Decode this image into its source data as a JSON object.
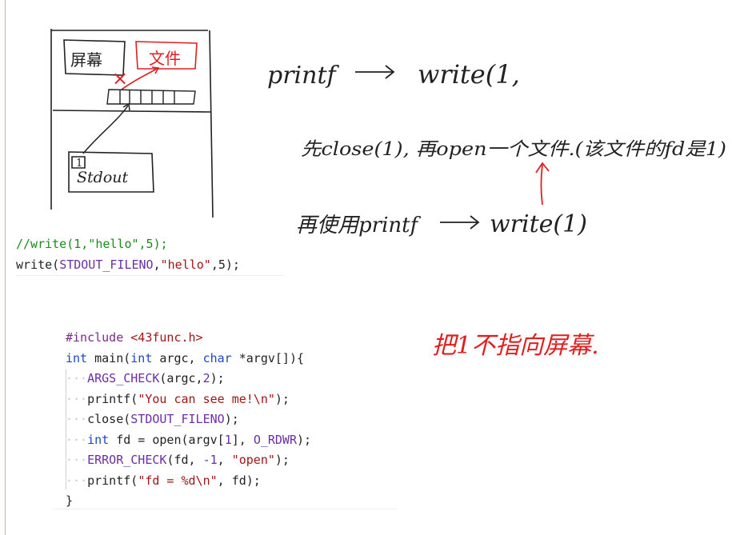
{
  "diagram": {
    "screen_label": "屏幕",
    "file_label": "文件",
    "stdout_label": "Stdout",
    "fd_label": "1",
    "cross_mark": "×"
  },
  "notes": {
    "printf_line": {
      "left": "printf",
      "right": "write(1,"
    },
    "close_line": "先close(1), 再open一个文件.(该文件的fd是1)",
    "reuse_line": {
      "left": "再使用printf",
      "right": "write(1)"
    },
    "red_note": "把1不指向屏幕."
  },
  "code1": {
    "comment": "//write(1,\"hello\",5);",
    "call_name": "write(",
    "call_macro": "STDOUT_FILENO",
    "call_sep": ",",
    "call_str": "\"hello\"",
    "call_tail": ",5);"
  },
  "code2": {
    "include_kw": "#include",
    "include_hdr": "<43func.h>",
    "main_int": "int",
    "main_name": " main(",
    "main_int2": "int",
    "main_argc": " argc, ",
    "main_char": "char",
    "main_tail": " *argv[]){",
    "args_macro": "ARGS_CHECK",
    "args_tail_a": "(argc,",
    "args_num": "2",
    "args_tail_b": ");",
    "printf1_name": "printf(",
    "printf1_str": "\"You can see me!\\n\"",
    "printf1_tail": ");",
    "close_name": "close(",
    "close_macro": "STDOUT_FILENO",
    "close_tail": ");",
    "fd_int": "int",
    "fd_mid": " fd = open(argv[",
    "fd_num": "1",
    "fd_mid2": "], ",
    "fd_macro": "O_RDWR",
    "fd_tail": ");",
    "err_macro": "ERROR_CHECK",
    "err_a": "(fd, ",
    "err_num": "-1",
    "err_b": ", ",
    "err_str": "\"open\"",
    "err_tail": ");",
    "printf2_name": "printf(",
    "printf2_str": "\"fd = %d\\n\"",
    "printf2_tail": ", fd);",
    "close_brace": "}",
    "dots": "···"
  }
}
